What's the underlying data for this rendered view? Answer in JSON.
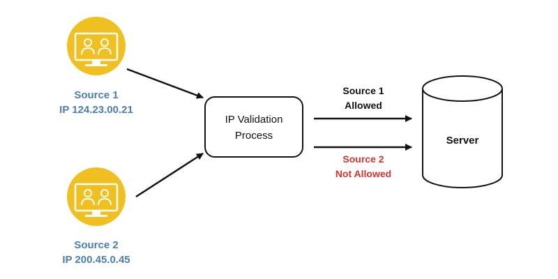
{
  "colors": {
    "icon_fill": "#F0C020",
    "icon_stroke": "#ffffff",
    "source_label": "#4A7EB0",
    "allowed_label": "#111111",
    "not_allowed_label": "#D93030",
    "line": "#111111"
  },
  "icons": {
    "source1": "computer-monitor-users-icon",
    "source2": "computer-monitor-users-icon"
  },
  "source1": {
    "name": "Source 1",
    "ip": "IP 124.23.00.21"
  },
  "source2": {
    "name": "Source 2",
    "ip": "IP 200.45.0.45"
  },
  "process": {
    "line1": "IP Validation",
    "line2": "Process"
  },
  "server": {
    "label": "Server"
  },
  "allowed": {
    "line1": "Source 1",
    "line2": "Allowed"
  },
  "denied": {
    "line1": "Source 2",
    "line2": "Not Allowed"
  }
}
